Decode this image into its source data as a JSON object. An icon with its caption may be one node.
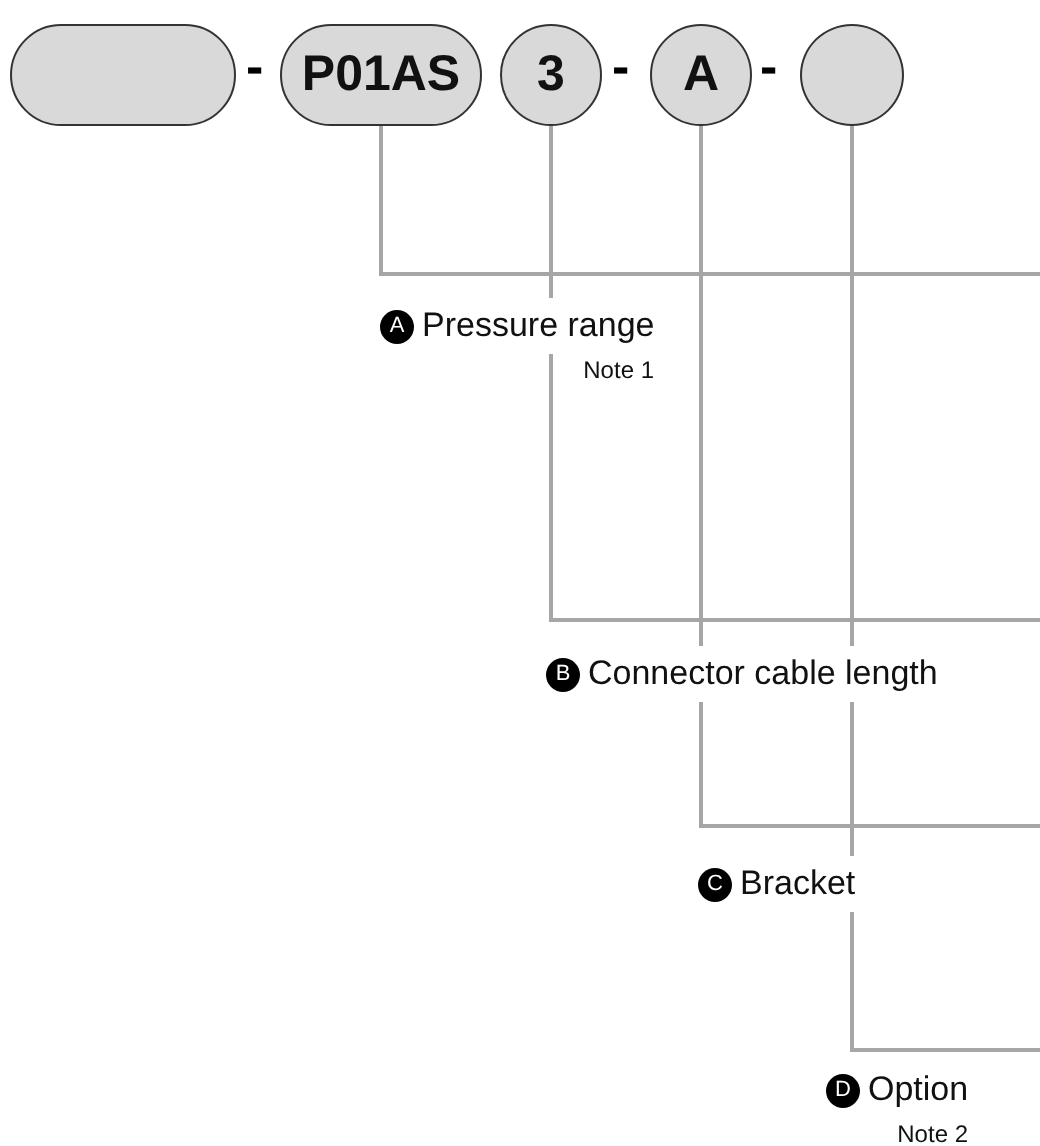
{
  "diagram": {
    "nodes": [
      {
        "text": [],
        "shape": "box"
      },
      {
        "text": [
          "P01AS"
        ]
      },
      {
        "text": [
          "3"
        ]
      },
      {
        "text": [
          "A"
        ]
      },
      {
        "text": [],
        "shape": "circle"
      },
      {
        "text": [
          "A",
          "Pressure range"
        ],
        "beside": [
          "Note 1"
        ]
      },
      {
        "text": [
          "B",
          "Connector cable length"
        ]
      },
      {
        "text": [
          "C",
          "Bracket"
        ]
      },
      {
        "text": [
          "D",
          "Option"
        ],
        "beside": [
          "Note 2"
        ]
      }
    ],
    "edges": [
      {
        "from": 1,
        "to": 5,
        "arrow": "none"
      },
      {
        "from": 2,
        "to": 6,
        "arrow": "none"
      },
      {
        "from": 3,
        "to": 7,
        "arrow": "none"
      },
      {
        "from": 4,
        "to": 8,
        "arrow": "none"
      }
    ],
    "labels": [
      "-",
      "-",
      "-"
    ]
  }
}
